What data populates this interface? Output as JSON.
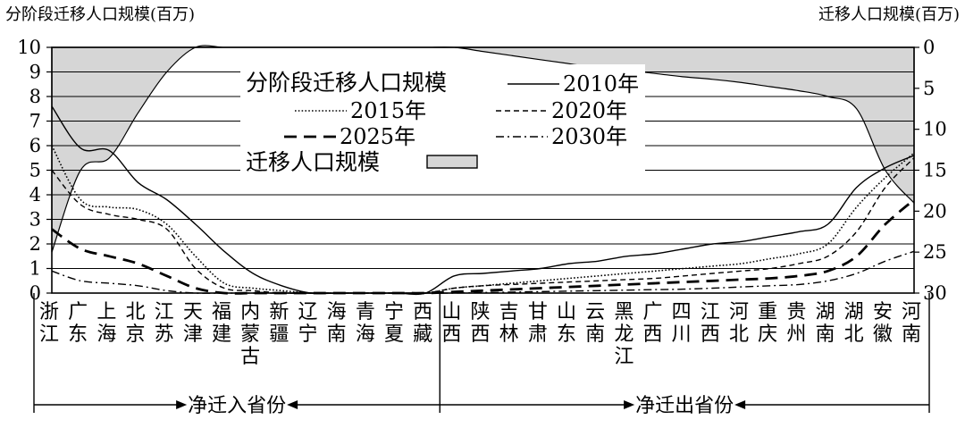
{
  "chart_data": {
    "type": "line",
    "title_left": "分阶段迁移人口规模(百万)",
    "title_right": "迁移人口规模(百万)",
    "yleft": {
      "lim": [
        0,
        10
      ],
      "ticks": [
        "0",
        "1",
        "2",
        "3",
        "4",
        "5",
        "6",
        "7",
        "8",
        "9",
        "10"
      ]
    },
    "yright": {
      "lim": [
        0,
        30
      ],
      "ticks": [
        "0",
        "5",
        "10",
        "15",
        "20",
        "25",
        "30"
      ],
      "inverted": true
    },
    "categories": [
      "浙江",
      "广东",
      "上海",
      "北京",
      "江苏",
      "天津",
      "福建",
      "内蒙古",
      "新疆",
      "辽宁",
      "海南",
      "青海",
      "宁夏",
      "西藏",
      "山西",
      "陕西",
      "吉林",
      "甘肃",
      "山东",
      "云南",
      "黑龙江",
      "广西",
      "四川",
      "江西",
      "河北",
      "重庆",
      "贵州",
      "湖南",
      "湖北",
      "安徽",
      "河南"
    ],
    "groups": [
      {
        "label": "净迁入省份",
        "from": 0,
        "to": 13
      },
      {
        "label": "净迁出省份",
        "from": 14,
        "to": 30
      }
    ],
    "legend": {
      "title": "分阶段迁移人口规模",
      "area_label": "迁移人口规模"
    },
    "series": [
      {
        "name": "2010年",
        "dash": "solid",
        "values": [
          7.6,
          5.9,
          5.8,
          4.5,
          3.8,
          2.8,
          1.7,
          0.8,
          0.3,
          0.0,
          0.0,
          0.0,
          0.0,
          0.0,
          0.7,
          0.8,
          0.9,
          1.0,
          1.2,
          1.3,
          1.5,
          1.6,
          1.8,
          2.0,
          2.1,
          2.3,
          2.5,
          2.8,
          4.3,
          5.1,
          5.6
        ]
      },
      {
        "name": "2015年",
        "dash": "dot",
        "values": [
          6.0,
          3.8,
          3.5,
          3.4,
          2.8,
          1.5,
          0.4,
          0.2,
          0.1,
          0.0,
          0.0,
          0.0,
          0.0,
          0.0,
          0.2,
          0.3,
          0.4,
          0.5,
          0.6,
          0.7,
          0.8,
          0.9,
          1.0,
          1.1,
          1.2,
          1.4,
          1.6,
          2.0,
          3.5,
          4.7,
          5.7
        ]
      },
      {
        "name": "2020年",
        "dash": "dash",
        "values": [
          5.0,
          3.6,
          3.2,
          3.0,
          2.6,
          1.0,
          0.2,
          0.1,
          0.0,
          0.0,
          0.0,
          0.0,
          0.0,
          0.0,
          0.2,
          0.3,
          0.35,
          0.4,
          0.45,
          0.5,
          0.55,
          0.6,
          0.7,
          0.8,
          0.9,
          1.0,
          1.2,
          1.5,
          2.5,
          4.3,
          5.5
        ]
      },
      {
        "name": "2025年",
        "dash": "longdash",
        "values": [
          2.6,
          1.8,
          1.5,
          1.2,
          0.7,
          0.2,
          0.0,
          0.0,
          0.0,
          0.0,
          0.0,
          0.0,
          0.0,
          0.0,
          0.05,
          0.1,
          0.15,
          0.2,
          0.25,
          0.3,
          0.35,
          0.4,
          0.45,
          0.5,
          0.55,
          0.6,
          0.7,
          0.9,
          1.5,
          2.8,
          3.8
        ]
      },
      {
        "name": "2030年",
        "dash": "dashdot",
        "values": [
          0.9,
          0.5,
          0.4,
          0.3,
          0.1,
          0.0,
          0.0,
          0.0,
          0.0,
          0.0,
          0.0,
          0.0,
          0.0,
          0.0,
          0.0,
          0.02,
          0.04,
          0.06,
          0.08,
          0.1,
          0.12,
          0.14,
          0.16,
          0.2,
          0.25,
          0.3,
          0.35,
          0.5,
          0.8,
          1.3,
          1.7
        ]
      }
    ],
    "area": {
      "name": "迁移人口规模",
      "values": [
        25.0,
        15.0,
        13.5,
        8.0,
        3.0,
        0.0,
        0.0,
        0.0,
        0.0,
        0.0,
        0.0,
        0.0,
        0.0,
        0.0,
        0.0,
        0.5,
        1.0,
        1.5,
        2.0,
        2.5,
        2.8,
        3.2,
        3.6,
        3.9,
        4.3,
        4.8,
        5.3,
        6.0,
        7.5,
        15.0,
        19.0
      ]
    },
    "grid": true,
    "colors": {
      "area_fill": "#d6d6d6",
      "line": "#000000"
    }
  }
}
